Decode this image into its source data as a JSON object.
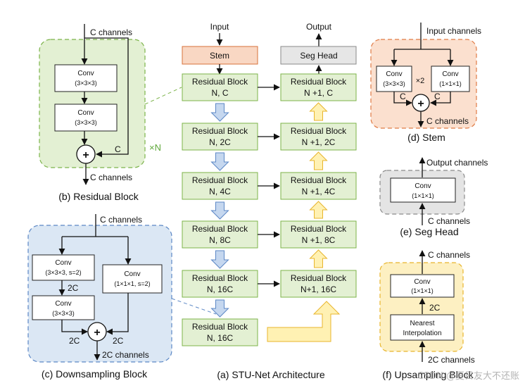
{
  "residual_block_panel": {
    "in_label": "C channels",
    "conv1_line1": "Conv",
    "conv1_line2": "(3×3×3)",
    "conv2_line1": "Conv",
    "conv2_line2": "(3×3×3)",
    "skip_label": "C",
    "repeat_label": "×N",
    "out_label": "C channels",
    "caption": "(b) Residual Block",
    "colors": {
      "fill": "#e3f0d3",
      "border": "#7cb34a",
      "repeat": "#5fa83b"
    }
  },
  "downsampling_panel": {
    "in_label": "C channels",
    "convA_line1": "Conv",
    "convA_line2": "(3×3×3, s=2)",
    "mid_label": "2C",
    "convB_line1": "Conv",
    "convB_line2": "(3×3×3)",
    "convC_line1": "Conv",
    "convC_line2": "(1×1×1, s=2)",
    "left_in": "2C",
    "right_in": "2C",
    "out_label": "2C channels",
    "caption": "(c) Downsampling Block",
    "colors": {
      "fill": "#dbe7f4",
      "border": "#5b87c5"
    }
  },
  "architecture": {
    "input_label": "Input",
    "output_label": "Output",
    "stem_label": "Stem",
    "seg_head_label": "Seg Head",
    "encoder": [
      {
        "line1": "Residual Block",
        "line2": "N, C"
      },
      {
        "line1": "Residual Block",
        "line2": "N, 2C"
      },
      {
        "line1": "Residual Block",
        "line2": "N, 4C"
      },
      {
        "line1": "Residual Block",
        "line2": "N, 8C"
      },
      {
        "line1": "Residual Block",
        "line2": "N, 16C"
      },
      {
        "line1": "Residual Block",
        "line2": "N, 16C"
      }
    ],
    "decoder": [
      {
        "line1": "Residual Block",
        "line2": "N +1, C"
      },
      {
        "line1": "Residual Block",
        "line2": "N +1, 2C"
      },
      {
        "line1": "Residual Block",
        "line2": "N +1, 4C"
      },
      {
        "line1": "Residual Block",
        "line2": "N +1, 8C"
      },
      {
        "line1": "Residual Block",
        "line2": "N+1, 16C"
      }
    ],
    "caption": "(a) STU-Net Architecture",
    "colors": {
      "block_fill": "#e3f0d3",
      "block_border": "#7cb34a",
      "stem_fill": "#f9d7c3",
      "stem_border": "#d7703a",
      "head_fill": "#e6e6e6",
      "head_border": "#8a8a8a",
      "down_arrow": "#c5d7ef",
      "down_arrow_border": "#5b87c5",
      "up_arrow": "#fff1b3",
      "up_arrow_border": "#e8b52d"
    }
  },
  "stem_panel": {
    "in_label": "Input channels",
    "convA_line1": "Conv",
    "convA_line2": "(3×3×3)",
    "times_label": "×2",
    "convB_line1": "Conv",
    "convB_line2": "(1×1×1)",
    "left_c": "C",
    "right_c": "C",
    "out_label": "C channels",
    "caption": "(d) Stem",
    "colors": {
      "fill": "#fbe0cf",
      "border": "#e07b45"
    }
  },
  "seg_head_panel": {
    "out_label": "Output channels",
    "conv_line1": "Conv",
    "conv_line2": "(1×1×1)",
    "in_label": "C channels",
    "caption": "(e) Seg Head",
    "colors": {
      "fill": "#e4e4e4",
      "border": "#8a8a8a"
    }
  },
  "upsampling_panel": {
    "out_label": "C channels",
    "conv_line1": "Conv",
    "conv_line2": "(1×1×1)",
    "mid_label": "2C",
    "interp_line1": "Nearest",
    "interp_line2": "Interpolation",
    "in_label": "2C channels",
    "caption": "(f) Upsampling Block",
    "colors": {
      "fill": "#fdf0c2",
      "border": "#e8b52d"
    }
  },
  "watermark": "CSDN @夏日友大不还账"
}
